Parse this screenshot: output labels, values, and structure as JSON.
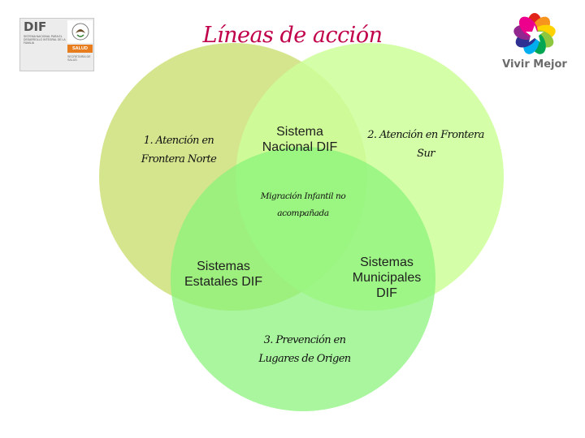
{
  "title": "Líneas de acción",
  "logo_left": {
    "dif_title": "DIF",
    "dif_subtitle": "SISTEMA NACIONAL PARA EL DESARROLLO INTEGRAL DE LA FAMILIA",
    "salud_label": "SALUD",
    "secretaria_label": "SECRETARÍA DE SALUD"
  },
  "logo_right": {
    "label": "Vivir Mejor"
  },
  "diagram": {
    "circles": [
      {
        "name": "left",
        "color": "#cde07a"
      },
      {
        "name": "right",
        "color": "#ccff99"
      },
      {
        "name": "bottom",
        "color": "#88f279"
      }
    ],
    "labels": {
      "left_line": [
        "1. Atención en",
        "Frontera Norte"
      ],
      "right_line": [
        "2. Atención en Frontera",
        "Sur"
      ],
      "bottom_line": [
        "3. Prevención en",
        "Lugares de Origen"
      ],
      "top_overlap": [
        "Sistema",
        "Nacional DIF"
      ],
      "left_overlap": [
        "Sistemas",
        "Estatales DIF"
      ],
      "right_overlap": [
        "Sistemas",
        "Municipales",
        "DIF"
      ],
      "center": [
        "Migración Infantil no",
        "acompañada"
      ]
    }
  }
}
